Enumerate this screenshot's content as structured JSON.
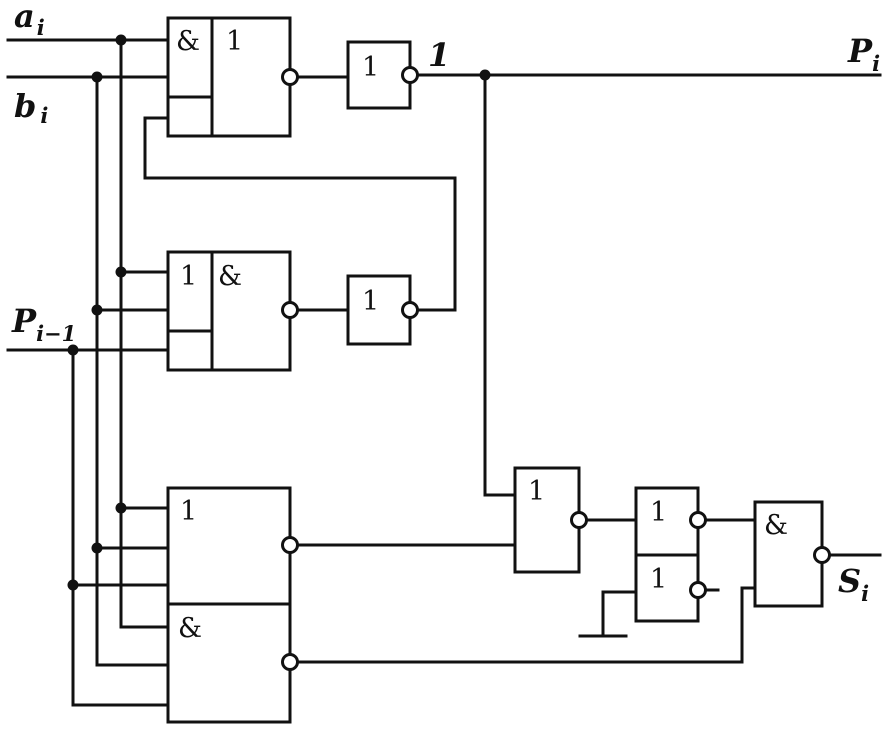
{
  "inputs": {
    "a": {
      "main": "a",
      "sub": "i"
    },
    "b": {
      "main": "b",
      "sub": "i"
    },
    "p_prev": {
      "main": "P",
      "sub": "i−1"
    }
  },
  "outputs": {
    "p": {
      "main": "P",
      "sub": "i"
    },
    "s": {
      "main": "S",
      "sub": "i"
    }
  },
  "node_label": "1",
  "gates": {
    "g1": {
      "left": "&",
      "right": "1"
    },
    "g2": {
      "symbol": "1"
    },
    "g3": {
      "left": "1",
      "right": "&"
    },
    "g4": {
      "symbol": "1"
    },
    "g5": {
      "top": "1",
      "bottom": "&"
    },
    "g6": {
      "symbol": "1"
    },
    "g7": {
      "top": "1",
      "bottom": "1"
    },
    "g8": {
      "symbol": "&"
    }
  }
}
